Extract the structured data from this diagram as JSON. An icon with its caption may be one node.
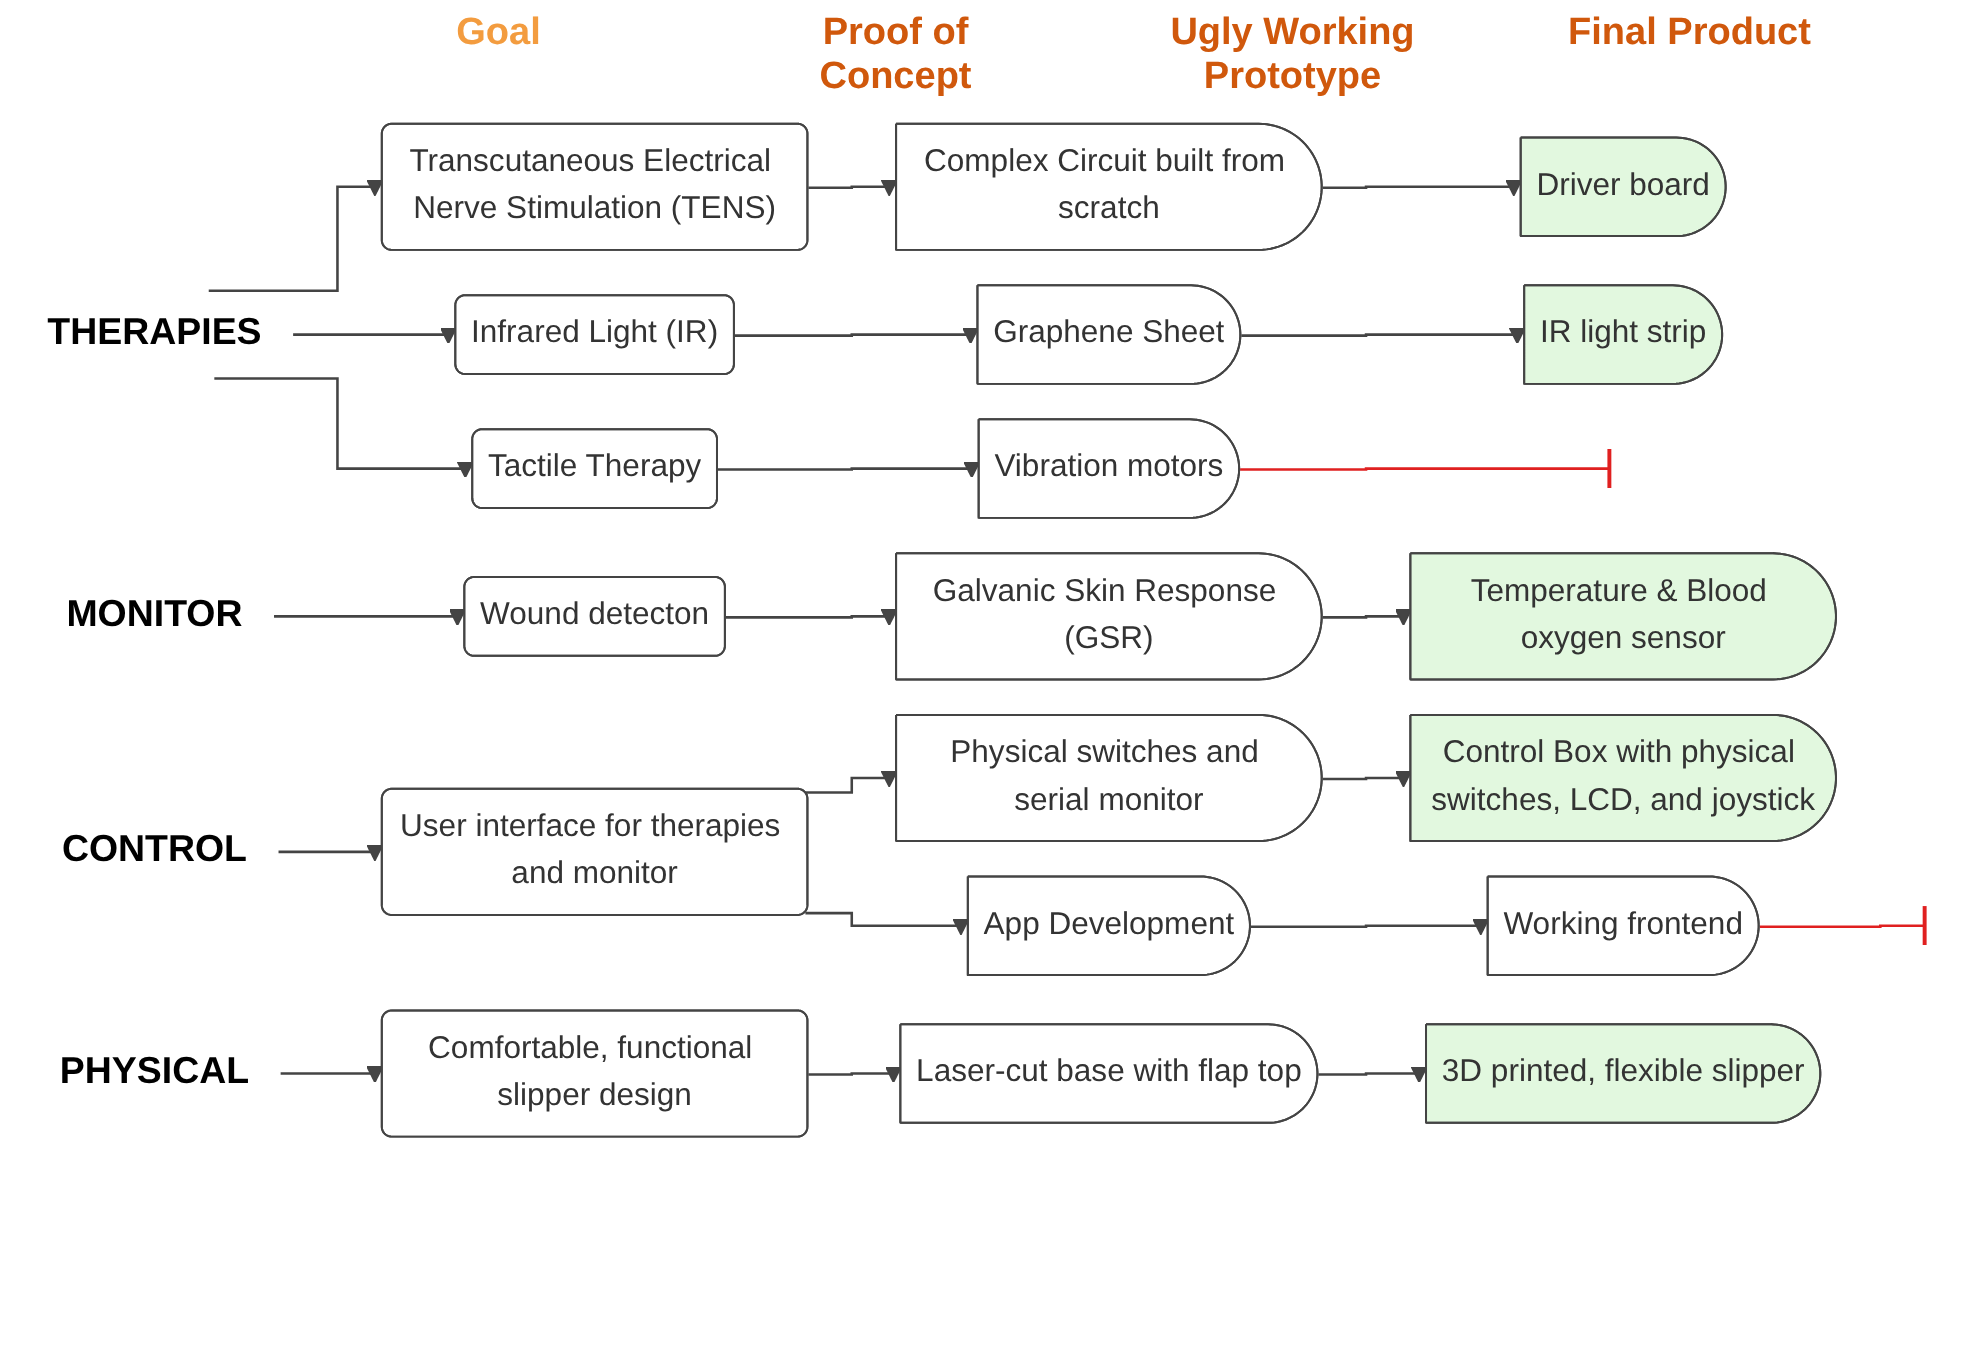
{
  "diagram": {
    "nodes": [
      {
        "text": [
          "THERAPIES"
        ]
      },
      {
        "text": [
          "Transcutaneous Electrical Nerve Stimulation (TENS)"
        ]
      },
      {
        "text": [
          "Infrared Light (IR)"
        ]
      },
      {
        "text": [
          "Tactile Therapy"
        ]
      },
      {
        "text": [
          "Complex Circuit built from scratch"
        ]
      },
      {
        "text": [
          "Graphene Sheet"
        ]
      },
      {
        "text": [
          "Vibration motors"
        ]
      },
      {
        "text": [
          "Driver board"
        ]
      },
      {
        "text": [
          "IR light strip"
        ]
      },
      {
        "text": [
          "MONITOR"
        ]
      },
      {
        "text": [
          "Wound detecton"
        ]
      },
      {
        "text": [
          "Galvanic Skin Response (GSR)"
        ]
      },
      {
        "text": [
          "Temperature & Blood oxygen sensor"
        ]
      },
      {
        "text": [
          "CONTROL"
        ]
      },
      {
        "text": [
          "User interface for therapies and monitor"
        ]
      },
      {
        "text": [
          "Physical switches and serial monitor"
        ]
      },
      {
        "text": [
          "App Development"
        ]
      },
      {
        "text": [
          "Working frontend"
        ]
      },
      {
        "text": [
          "Control Box with physical switches, LCD, and joystick"
        ]
      },
      {
        "text": [
          "PHYSICAL"
        ]
      },
      {
        "text": [
          "Comfortable, functional slipper design"
        ]
      },
      {
        "text": [
          "Laser-cut base with flap top"
        ]
      },
      {
        "text": [
          "3D printed, flexible slipper"
        ]
      }
    ],
    "edges": [
      {
        "from": 0,
        "to": 1,
        "arrow": "to"
      },
      {
        "from": 0,
        "to": 2,
        "arrow": "to"
      },
      {
        "from": 0,
        "to": 3,
        "arrow": "to"
      },
      {
        "from": 1,
        "to": 4,
        "arrow": "to"
      },
      {
        "from": 4,
        "to": 7,
        "arrow": "to"
      },
      {
        "from": 2,
        "to": 5,
        "arrow": "to"
      },
      {
        "from": 5,
        "to": 8,
        "arrow": "to"
      },
      {
        "from": 3,
        "to": 6,
        "arrow": "to"
      },
      {
        "from": 6,
        "to": null,
        "arrow": "other",
        "color": "#e02020"
      },
      {
        "from": 9,
        "to": 10,
        "arrow": "to"
      },
      {
        "from": 10,
        "to": 11,
        "arrow": "to"
      },
      {
        "from": 11,
        "to": 12,
        "arrow": "to"
      },
      {
        "from": 13,
        "to": 14,
        "arrow": "to"
      },
      {
        "from": 14,
        "to": 15,
        "arrow": "to"
      },
      {
        "from": 14,
        "to": 16,
        "arrow": "to"
      },
      {
        "from": 15,
        "to": 18,
        "arrow": "to"
      },
      {
        "from": 16,
        "to": 17,
        "arrow": "to"
      },
      {
        "from": 17,
        "to": null,
        "arrow": "other",
        "color": "#e02020"
      },
      {
        "from": 19,
        "to": 20,
        "arrow": "to"
      },
      {
        "from": 20,
        "to": 21,
        "arrow": "to"
      },
      {
        "from": 21,
        "to": 22,
        "arrow": "to"
      }
    ],
    "labels": [
      "Goal",
      "Proof of Concept",
      "Ugly Working Prototype",
      "Final Product"
    ]
  }
}
